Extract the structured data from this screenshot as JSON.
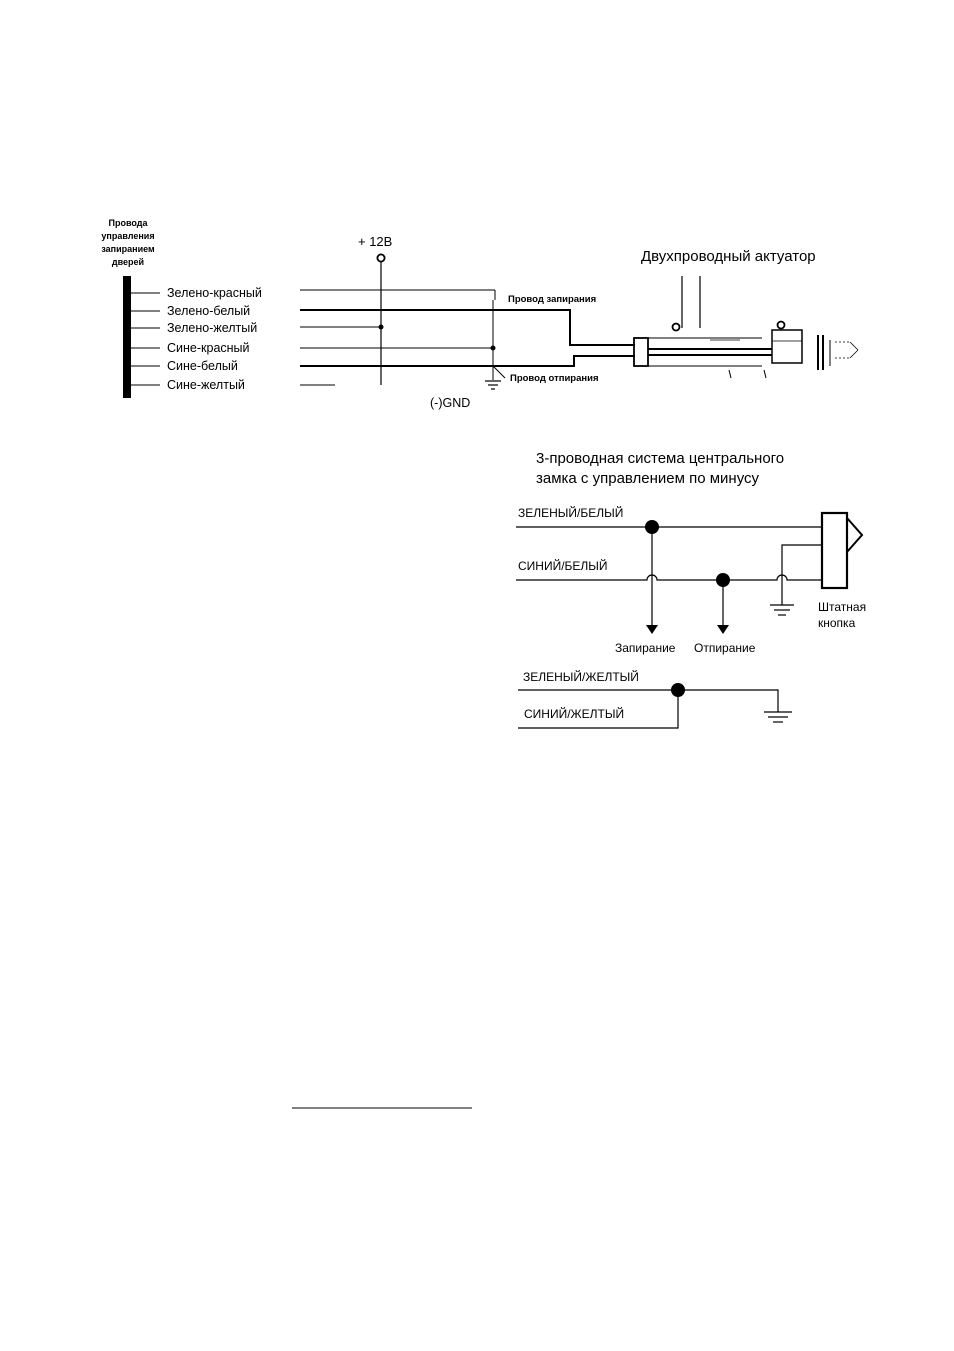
{
  "diagram1": {
    "bus_title_lines": [
      "Провода",
      "управления",
      "запиранием",
      "дверей"
    ],
    "wires": [
      "Зелено-красный",
      "Зелено-белый",
      "Зелено-желтый",
      "Сине-красный",
      "Сине-белый",
      "Сине-желтый"
    ],
    "power_label": "+ 12В",
    "gnd_label": "(-)GND",
    "lock_wire_label": "Провод запирания",
    "unlock_wire_label": "Провод отпирания",
    "actuator_title": "Двухпроводный актуатор"
  },
  "diagram2": {
    "title_line1": "3-проводная система центрального",
    "title_line2": "замка с управлением по минусу",
    "wire_green_white": "ЗЕЛЕНЫЙ/БЕЛЫЙ",
    "wire_blue_white": "СИНИЙ/БЕЛЫЙ",
    "lock_label": "Запирание",
    "unlock_label": "Отпирание",
    "button_line1": "Штатная",
    "button_line2": "кнопка",
    "wire_green_yellow": "ЗЕЛЕНЫЙ/ЖЕЛТЫЙ",
    "wire_blue_yellow": "СИНИЙ/ЖЕЛТЫЙ"
  }
}
